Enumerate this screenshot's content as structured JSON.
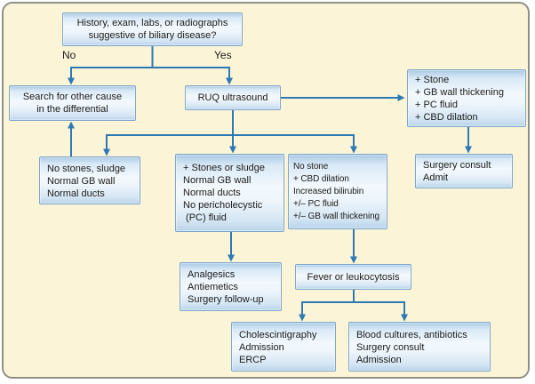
{
  "palette": {
    "background": "#fbf4d6",
    "frame_border": "#90908a",
    "box_border": "#7ea6cb",
    "box_fill_light": "#f2f8fd",
    "box_fill_dark": "#a9c9e4",
    "arrow": "#2e79b5",
    "text": "#1d1d1b"
  },
  "branch_labels": {
    "no": "No",
    "yes": "Yes"
  },
  "nodes": {
    "question": "History, exam, labs, or radiographs\nsuggestive of biliary disease?",
    "search_other_cause": "Search for other cause\nin the differential",
    "ruq_ultrasound": "RUQ ultrasound",
    "positive_findings": "+ Stone\n+ GB wall thickening\n+ PC fluid\n+ CBD dilation",
    "surgery_consult_admit": "Surgery consult\nAdmit",
    "normal_ultrasound": "No stones, sludge\nNormal GB wall\nNormal ducts",
    "stones_or_sludge": "+ Stones or sludge\nNormal GB wall\nNormal ducts\nNo pericholecystic\n (PC) fluid",
    "no_stone_cbd_dilation": "No stone\n+ CBD dilation\nIncreased bilirubin\n+/– PC fluid\n+/– GB wall thickening",
    "analgesics": "Analgesics\nAntiemetics\nSurgery follow-up",
    "fever_leukocytosis": "Fever or leukocytosis",
    "cholescintigraphy": "Cholescintigraphy\nAdmission\nERCP",
    "blood_cultures": "Blood cultures, antibiotics\nSurgery consult\nAdmission"
  }
}
